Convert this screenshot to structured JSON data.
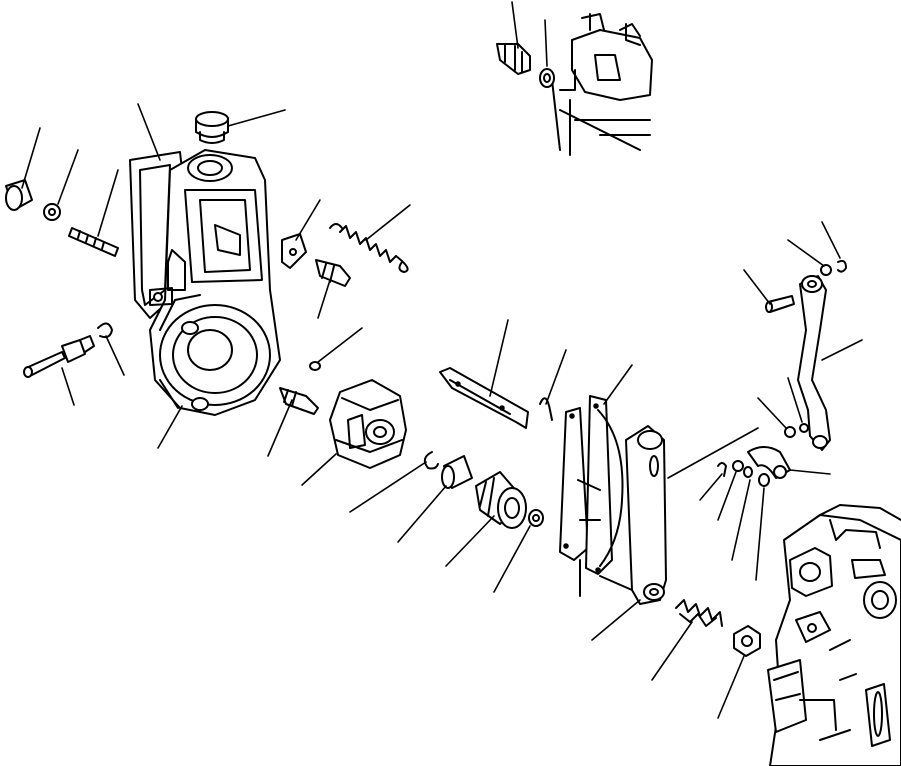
{
  "diagram": {
    "kind": "exploded-parts-view",
    "line_color": "#000000",
    "background": "#ffffff",
    "parts": [
      "plug",
      "cap",
      "washer",
      "stud",
      "governor-housing",
      "gasket",
      "banjo-bolt",
      "clip",
      "bracket",
      "tension-spring",
      "adjusting-screw",
      "small-screw",
      "bolt",
      "flyweight-assembly",
      "snap-ring",
      "sleeve",
      "roller-bearing",
      "thrust-washer",
      "leaf-spring",
      "wire-clip",
      "lever-bracket",
      "control-lever",
      "coil-spring",
      "hex-nut",
      "stop-lever",
      "link-pin",
      "washers-and-clips",
      "injection-pump-body",
      "fuel-fitting",
      "pump-top-assembly"
    ]
  }
}
